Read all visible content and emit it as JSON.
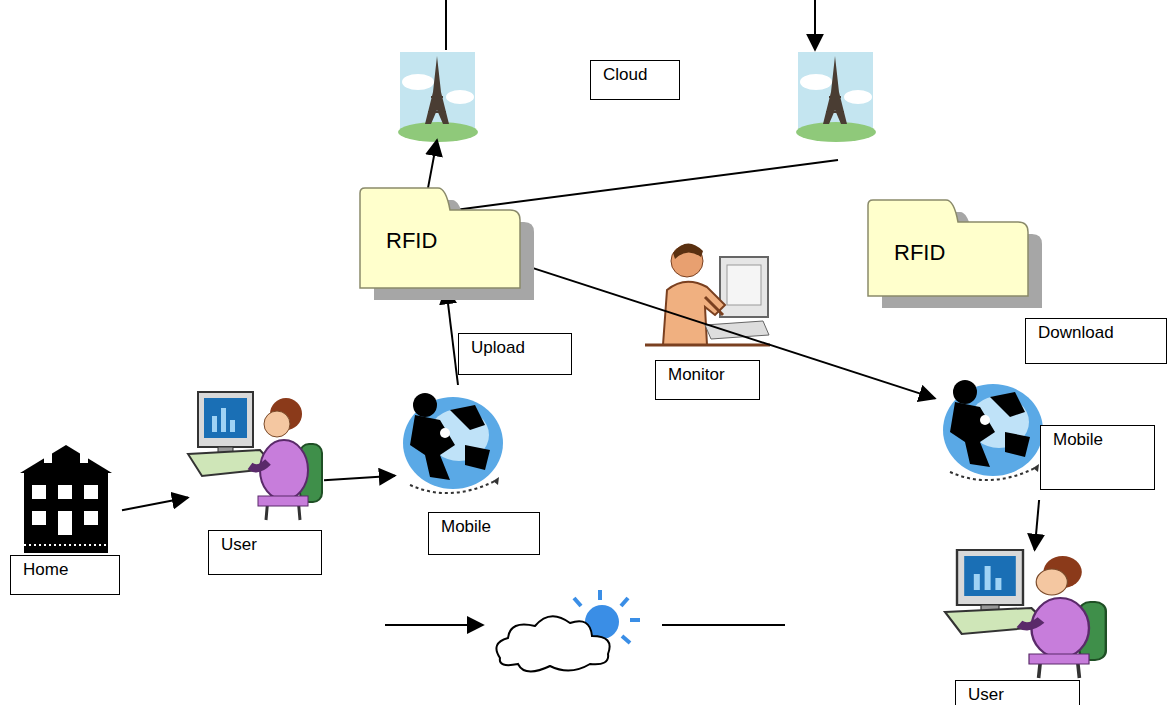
{
  "diagram": {
    "nodes": [
      {
        "text": [
          "Cloud"
        ]
      },
      {
        "text": [
          "RFID"
        ]
      },
      {
        "text": [
          "Upload"
        ]
      },
      {
        "text": [
          "Monitor"
        ]
      },
      {
        "text": [
          "RFID"
        ]
      },
      {
        "text": [
          "Download"
        ]
      },
      {
        "text": [
          "Home"
        ]
      },
      {
        "text": [
          "User"
        ]
      },
      {
        "text": [
          "Mobile"
        ]
      },
      {
        "text": [
          "Mobile"
        ]
      },
      {
        "text": [
          "User"
        ]
      }
    ],
    "edges": [
      {
        "from": 6,
        "to": 7,
        "arrow": "to"
      },
      {
        "from": 7,
        "to": 8,
        "arrow": "to"
      },
      {
        "from": 8,
        "to": 1,
        "arrow": "to"
      },
      {
        "from": 1,
        "to": 9,
        "arrow": "to"
      },
      {
        "from": 9,
        "to": 10,
        "arrow": "to"
      }
    ]
  }
}
